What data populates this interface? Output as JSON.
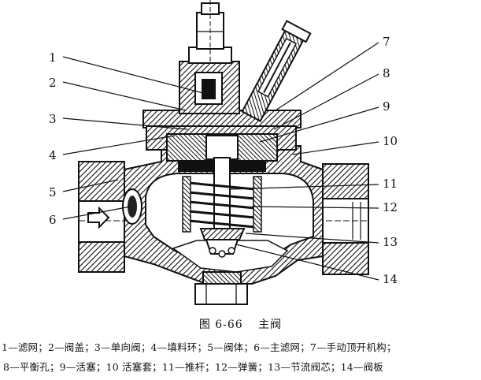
{
  "figure": {
    "number": "图 6-66",
    "title": "主阀"
  },
  "callouts": [
    "1",
    "2",
    "3",
    "4",
    "5",
    "6",
    "7",
    "8",
    "9",
    "10",
    "11",
    "12",
    "13",
    "14"
  ],
  "legend": {
    "line1": "1—滤网；2—阀盖；3—单向阀；4—填料环；5—阀体；6—主滤网；7—手动顶开机构；",
    "line2": "8—平衡孔；9—活塞；10  活塞套；11—推杆；12—弹簧；13—节流阀芯；14—阀板"
  }
}
